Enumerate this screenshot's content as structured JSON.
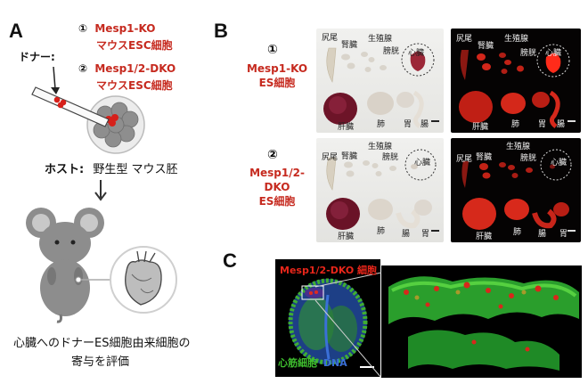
{
  "panelA": {
    "letter": "A",
    "donor_label": "ドナー:",
    "items": [
      {
        "num": "①",
        "line1": "Mesp1-KO",
        "line2": "マウスESC細胞"
      },
      {
        "num": "②",
        "line1": "Mesp1/2-DKO",
        "line2": "マウスESC細胞"
      }
    ],
    "host_label": "ホスト:",
    "host_value": "野生型 マウス胚",
    "caption_line1": "心臓へのドナーES細胞由来細胞の",
    "caption_line2": "寄与を評価"
  },
  "panelB": {
    "letter": "B",
    "rows": [
      {
        "num": "①",
        "label_lines": [
          "Mesp1-KO",
          "ES細胞"
        ]
      },
      {
        "num": "②",
        "label_lines": [
          "Mesp1/2-",
          "DKO",
          "ES細胞"
        ]
      }
    ],
    "organs": {
      "tail": "尻尾",
      "kidney": "腎臓",
      "gonad": "生殖腺",
      "bladder": "膀胱",
      "heart": "心臓",
      "liver": "肝臓",
      "lung": "肺",
      "stomach": "胃",
      "intestine": "腸"
    }
  },
  "panelC": {
    "letter": "C",
    "label_red": "Mesp1/2-DKO 細胞",
    "label_green": "心筋細胞",
    "label_blue": "DNA"
  },
  "colors": {
    "accent_red": "#c62a1f",
    "fluor_red": "#e8261a",
    "cardio_green": "#3fbf2f",
    "dna_blue": "#3a6fd8"
  }
}
